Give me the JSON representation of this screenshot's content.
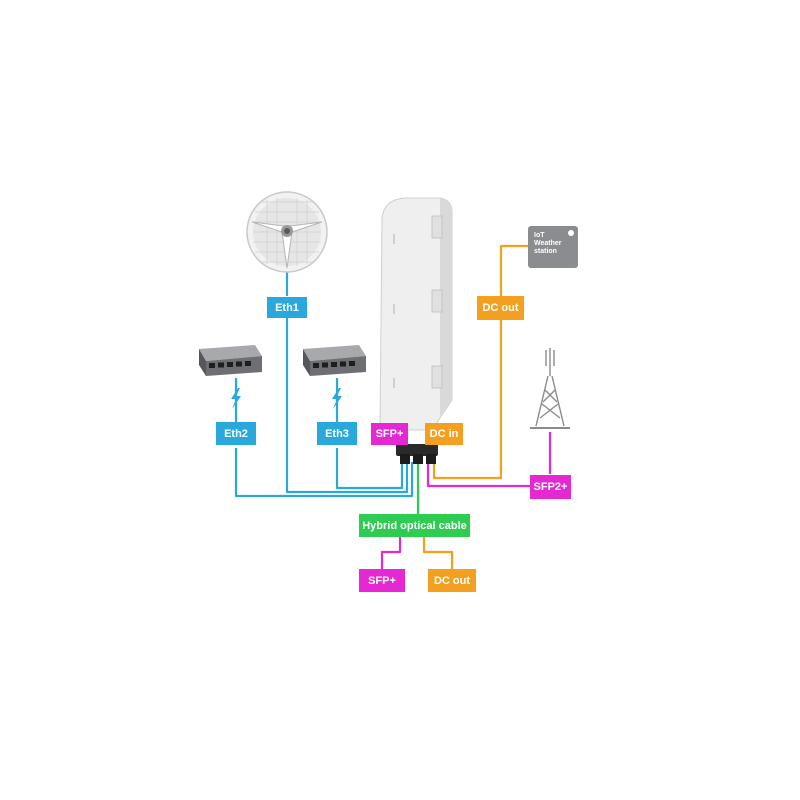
{
  "colors": {
    "ethernet": "#29a8dc",
    "power": "#f3a020",
    "sfp": "#e429d3",
    "hybrid": "#2fcc52",
    "device_gray": "#8a8c8f"
  },
  "labels": {
    "eth1": "Eth1",
    "eth2": "Eth2",
    "eth3": "Eth3",
    "sfp_plus_device": "SFP+",
    "dc_in": "DC in",
    "dc_out_top": "DC out",
    "sfp2_plus": "SFP2+",
    "hybrid_cable": "Hybrid optical cable",
    "sfp_plus_bottom": "SFP+",
    "dc_out_bottom": "DC out"
  },
  "iot_station": {
    "line1": "IoT",
    "line2": "Weather",
    "line3": "station"
  },
  "icons": [
    "dish-antenna-icon",
    "ethernet-switch-icon",
    "lightning-bolt-icon",
    "cell-tower-icon",
    "outdoor-enclosure-icon",
    "iot-weather-station-icon"
  ]
}
